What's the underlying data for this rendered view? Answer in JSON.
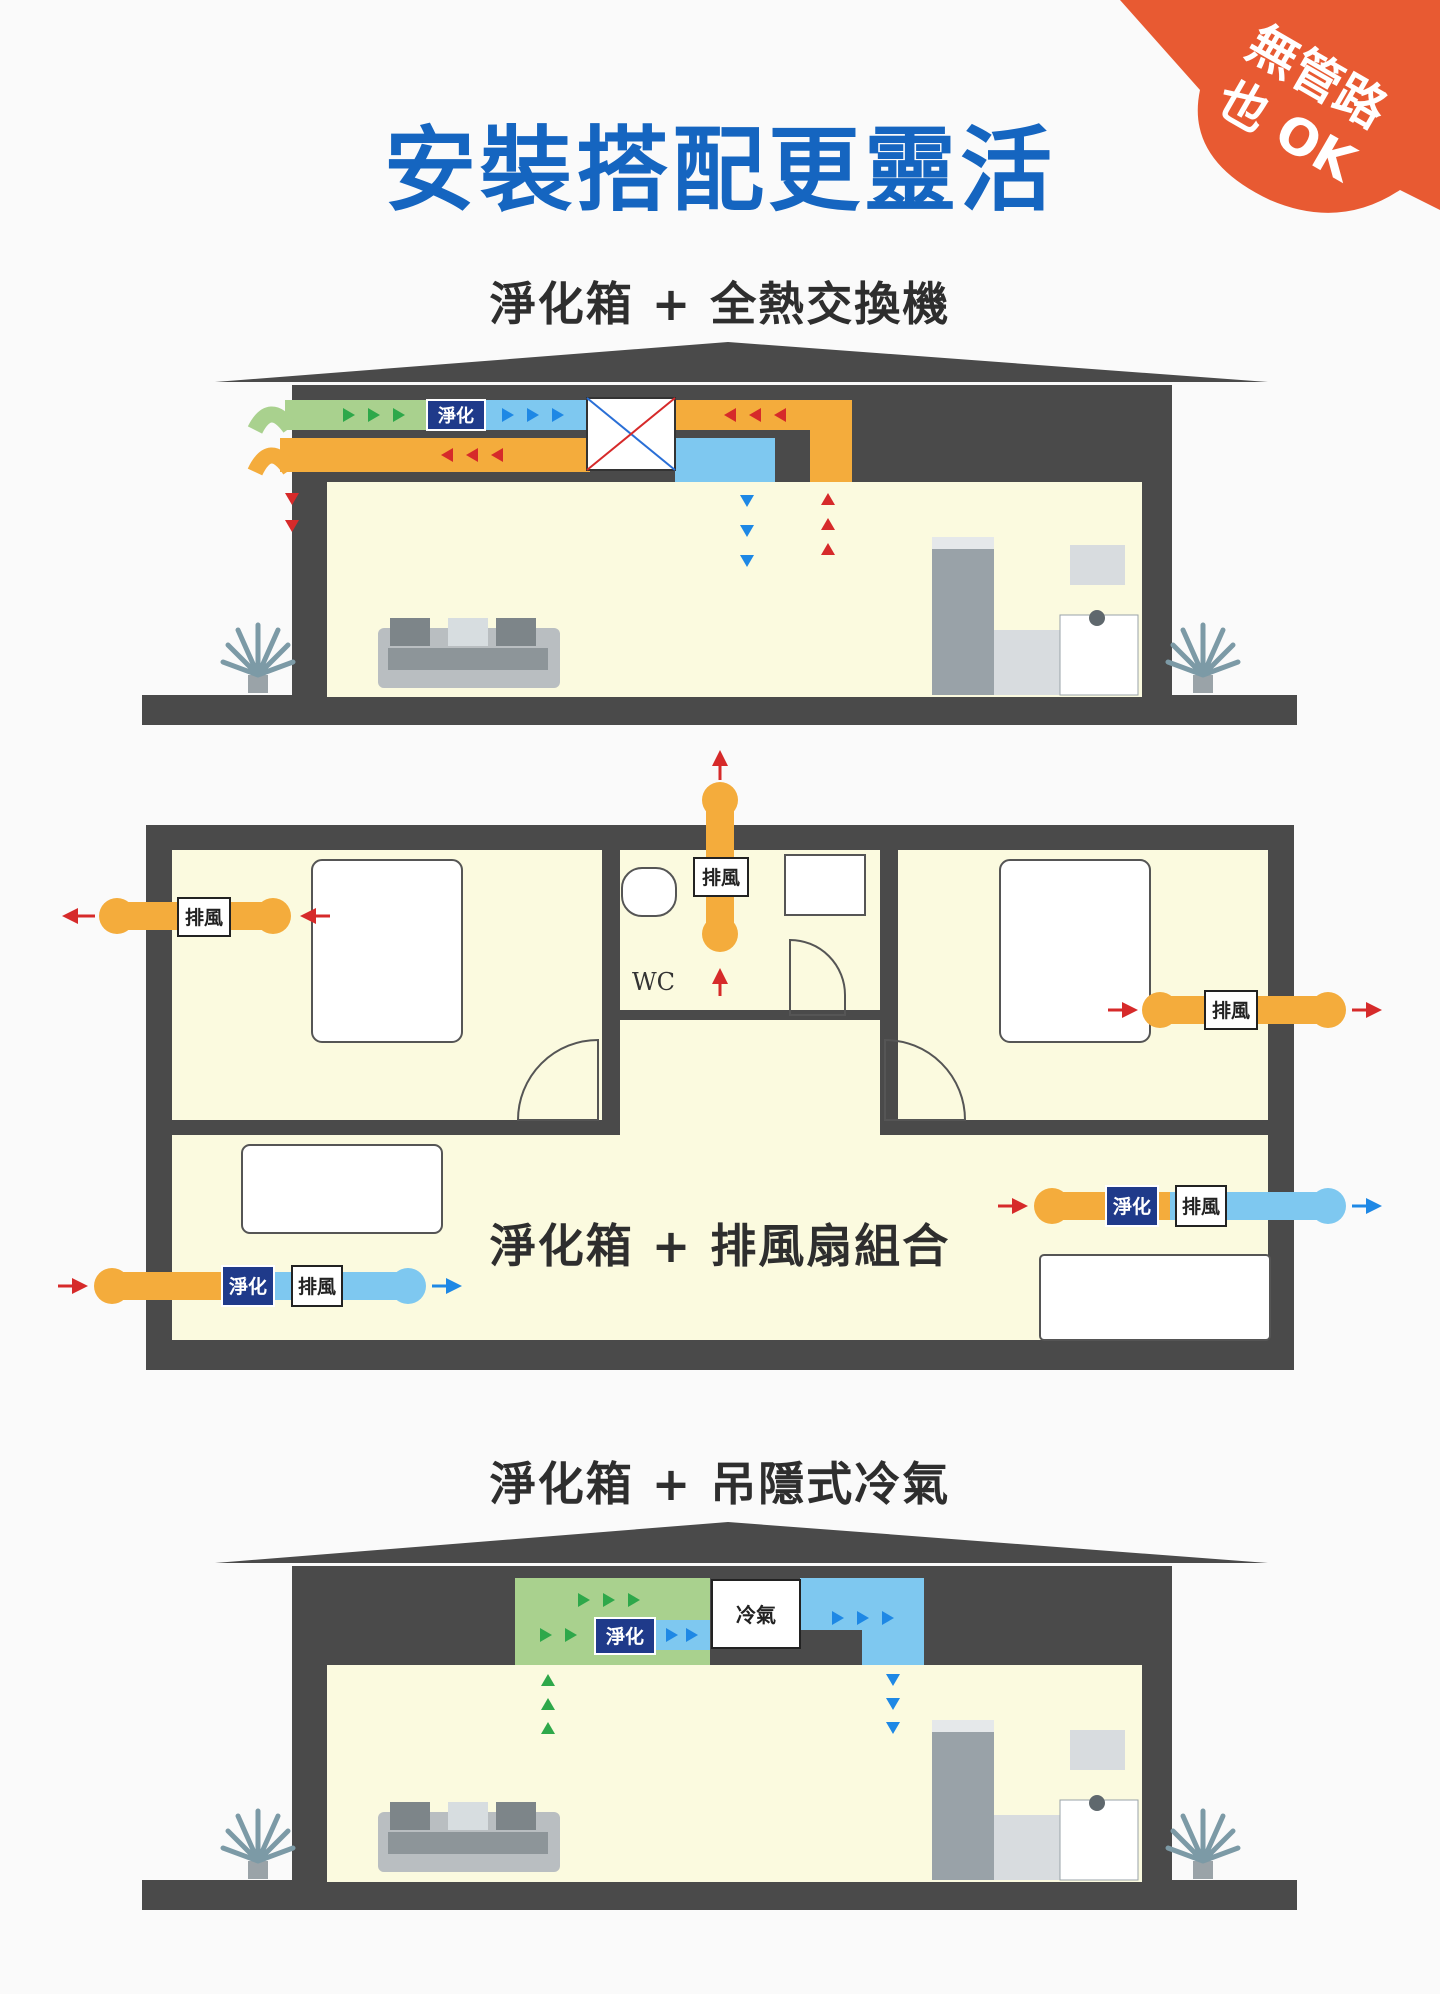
{
  "title": "安裝搭配更靈活",
  "badge": {
    "line1": "無管路",
    "line2": "也 OK",
    "color": "#e85a32"
  },
  "sections": [
    {
      "title": "淨化箱 + 全熱交換機"
    },
    {
      "title": "淨化箱 + 排風扇組合"
    },
    {
      "title": "淨化箱 + 吊隱式冷氣"
    }
  ],
  "labels": {
    "purify": "淨化",
    "exhaust": "排風",
    "ac": "冷氣",
    "wc": "WC"
  },
  "colors": {
    "orange_duct": "#f4ac3c",
    "blue_duct": "#7ec8f0",
    "green_duct": "#a9d18e",
    "wall": "#4a4a4a",
    "room": "#fbfadf",
    "purify_box": "#1f3a8a",
    "title_blue": "#1565c0"
  }
}
